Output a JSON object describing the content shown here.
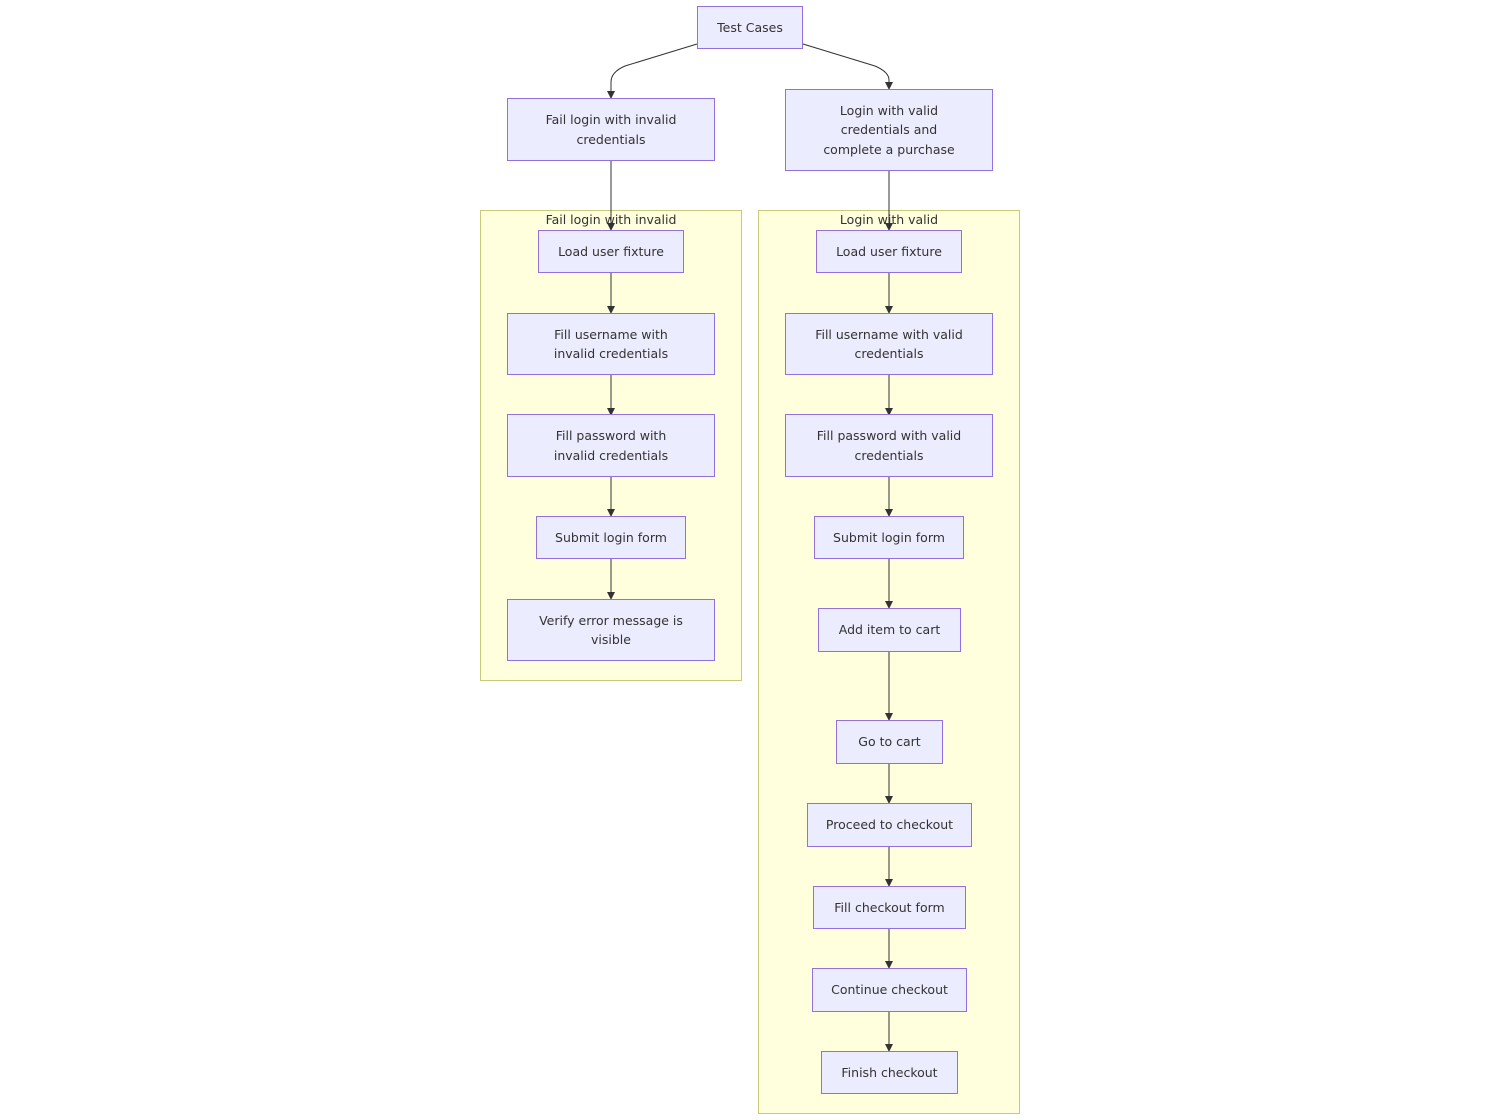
{
  "diagram": {
    "root": {
      "label": "Test Cases"
    },
    "invalid_case": {
      "title": "Fail login with invalid credentials",
      "cluster_label": "Fail login with invalid",
      "steps": [
        "Load user fixture",
        "Fill username with invalid credentials",
        "Fill password with invalid credentials",
        "Submit login form",
        "Verify error message is visible"
      ]
    },
    "valid_case": {
      "title": "Login with valid credentials and complete a purchase",
      "cluster_label": "Login with valid",
      "steps": [
        "Load user fixture",
        "Fill username with valid credentials",
        "Fill password with valid credentials",
        "Submit login form",
        "Add item to cart",
        "Go to cart",
        "Proceed to checkout",
        "Fill checkout form",
        "Continue checkout",
        "Finish checkout"
      ]
    }
  },
  "colors": {
    "node_fill": "#ececff",
    "node_border": "#9370db",
    "cluster_fill": "#ffffde",
    "cluster_border": "#c9c97a",
    "edge": "#333333"
  }
}
